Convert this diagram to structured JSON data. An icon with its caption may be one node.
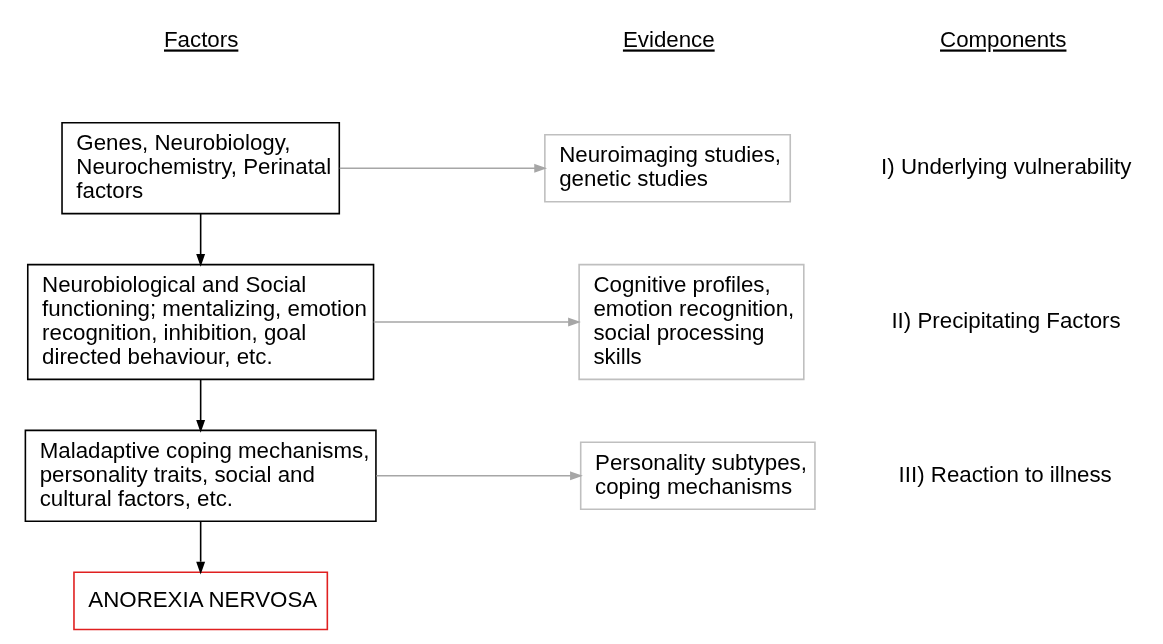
{
  "diagram": {
    "nodes": [
      {
        "text": [
          "Genes, Neurobiology, Neurochemistry, Perinatal factors"
        ]
      },
      {
        "text": [
          "Neurobiological and Social functioning; mentalizing, emotion recognition, inhibition, goal directed behaviour, etc."
        ]
      },
      {
        "text": [
          "Maladaptive coping mechanisms, personality traits, social and cultural factors, etc."
        ]
      },
      {
        "text": [
          "Neuroimaging studies, genetic studies"
        ]
      },
      {
        "text": [
          "Cognitive profiles, emotion recognition, social processing skills"
        ]
      },
      {
        "text": [
          "Personality subtypes, coping mechanisms"
        ]
      },
      {
        "text": [
          "ANOREXIA NERVOSA"
        ]
      }
    ],
    "edges": [
      {
        "from": 0,
        "to": 1,
        "arrow": "to"
      },
      {
        "from": 1,
        "to": 2,
        "arrow": "to"
      },
      {
        "from": 2,
        "to": 6,
        "arrow": "to"
      },
      {
        "from": 0,
        "to": 3,
        "arrow": "to",
        "color": "#a6a6a6"
      },
      {
        "from": 1,
        "to": 4,
        "arrow": "to",
        "color": "#a6a6a6"
      },
      {
        "from": 2,
        "to": 5,
        "arrow": "to",
        "color": "#a6a6a6"
      }
    ],
    "labels": [
      "Components",
      "Factors",
      "Evidence",
      "I) Underlying vulnerability",
      "II) Precipitating Factors",
      "III) Reaction to illness"
    ]
  }
}
